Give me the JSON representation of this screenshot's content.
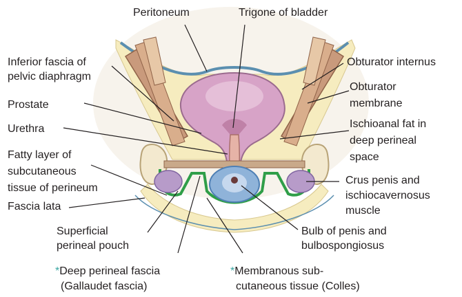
{
  "labels": {
    "peritoneum": "Peritoneum",
    "trigone": "Trigone of bladder",
    "inferior_fascia_1": "Inferior fascia of",
    "inferior_fascia_2": "pelvic diaphragm",
    "prostate": "Prostate",
    "urethra": "Urethra",
    "fatty_layer_1": "Fatty layer of",
    "fatty_layer_2": "subcutaneous",
    "fatty_layer_3": "tissue of perineum",
    "fascia_lata": "Fascia lata",
    "superficial_1": "Superficial",
    "superficial_2": "perineal pouch",
    "deep_fascia_1": "Deep perineal fascia",
    "deep_fascia_2": "(Gallaudet fascia)",
    "obturator_internus": "Obturator internus",
    "obturator_membrane_1": "Obturator",
    "obturator_membrane_2": "membrane",
    "ischioanal_1": "Ischioanal fat in",
    "ischioanal_2": "deep perineal",
    "ischioanal_3": "space",
    "crus_1": "Crus penis and",
    "crus_2": "ischiocavernosus",
    "crus_3": "muscle",
    "bulb_1": "Bulb of penis and",
    "bulb_2": "bulbospongiosus",
    "membranous_1": "Membranous sub-",
    "membranous_2": "cutaneous tissue (Colles)",
    "asterisk": "*"
  },
  "colors": {
    "background": "#ffffff",
    "text": "#231f20",
    "asterisk": "#3aa6a2",
    "fat_yellow": "#f6ecbf",
    "peritoneum_line": "#5b8fb0",
    "bladder_pink": "#d7a3c7",
    "muscle_tan": "#c99a7c",
    "bone_cream": "#f3e9cf",
    "fascia_green": "#2f9e48",
    "bulb_blue": "#8fb3d9",
    "crus_lilac": "#b79bc9"
  }
}
